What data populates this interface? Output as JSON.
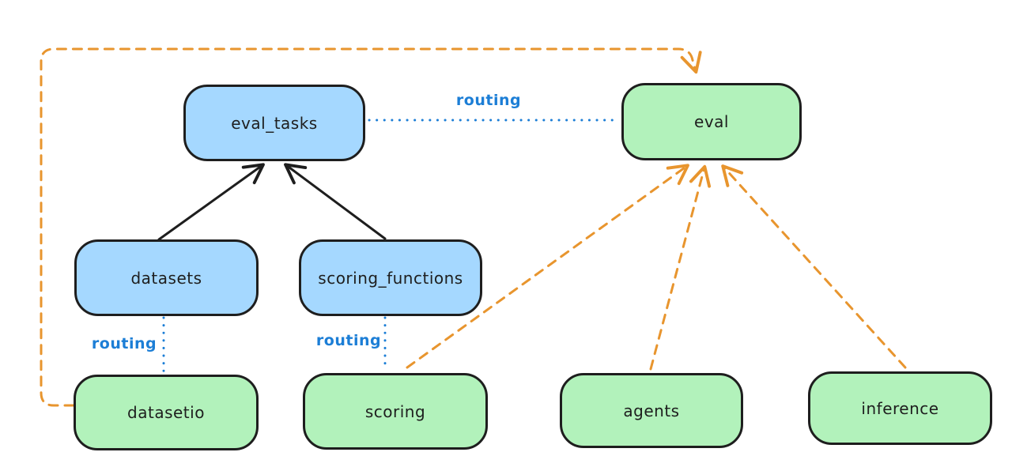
{
  "diagram": {
    "colors": {
      "blue_node_fill": "#a5d8ff",
      "green_node_fill": "#b2f2bb",
      "node_stroke": "#1e1e1e",
      "orange_edge": "#e8952e",
      "routing_blue": "#1c7ed6",
      "background": "#ffffff"
    },
    "nodes": [
      {
        "id": "eval_tasks",
        "label": "eval_tasks",
        "fill": "#a5d8ff"
      },
      {
        "id": "eval",
        "label": "eval",
        "fill": "#b2f2bb"
      },
      {
        "id": "datasets",
        "label": "datasets",
        "fill": "#a5d8ff"
      },
      {
        "id": "scoring_functions",
        "label": "scoring_functions",
        "fill": "#a5d8ff"
      },
      {
        "id": "datasetio",
        "label": "datasetio",
        "fill": "#b2f2bb"
      },
      {
        "id": "scoring",
        "label": "scoring",
        "fill": "#b2f2bb"
      },
      {
        "id": "agents",
        "label": "agents",
        "fill": "#b2f2bb"
      },
      {
        "id": "inference",
        "label": "inference",
        "fill": "#b2f2bb"
      }
    ],
    "edges": [
      {
        "from": "eval_tasks",
        "to": "eval",
        "style": "dotted",
        "color": "#1c7ed6",
        "arrow": false,
        "label": "routing"
      },
      {
        "from": "datasets",
        "to": "datasetio",
        "style": "dotted",
        "color": "#1c7ed6",
        "arrow": false,
        "label": "routing"
      },
      {
        "from": "scoring_functions",
        "to": "scoring",
        "style": "dotted",
        "color": "#1c7ed6",
        "arrow": false,
        "label": "routing"
      },
      {
        "from": "datasets",
        "to": "eval_tasks",
        "style": "solid",
        "color": "#1e1e1e",
        "arrow": true
      },
      {
        "from": "scoring_functions",
        "to": "eval_tasks",
        "style": "solid",
        "color": "#1e1e1e",
        "arrow": true
      },
      {
        "from": "datasetio",
        "to": "eval",
        "style": "dashed",
        "color": "#e8952e",
        "arrow": true,
        "route": "around-left-and-top"
      },
      {
        "from": "scoring",
        "to": "eval",
        "style": "dashed",
        "color": "#e8952e",
        "arrow": true
      },
      {
        "from": "agents",
        "to": "eval",
        "style": "dashed",
        "color": "#e8952e",
        "arrow": true
      },
      {
        "from": "inference",
        "to": "eval",
        "style": "dashed",
        "color": "#e8952e",
        "arrow": true
      }
    ]
  }
}
